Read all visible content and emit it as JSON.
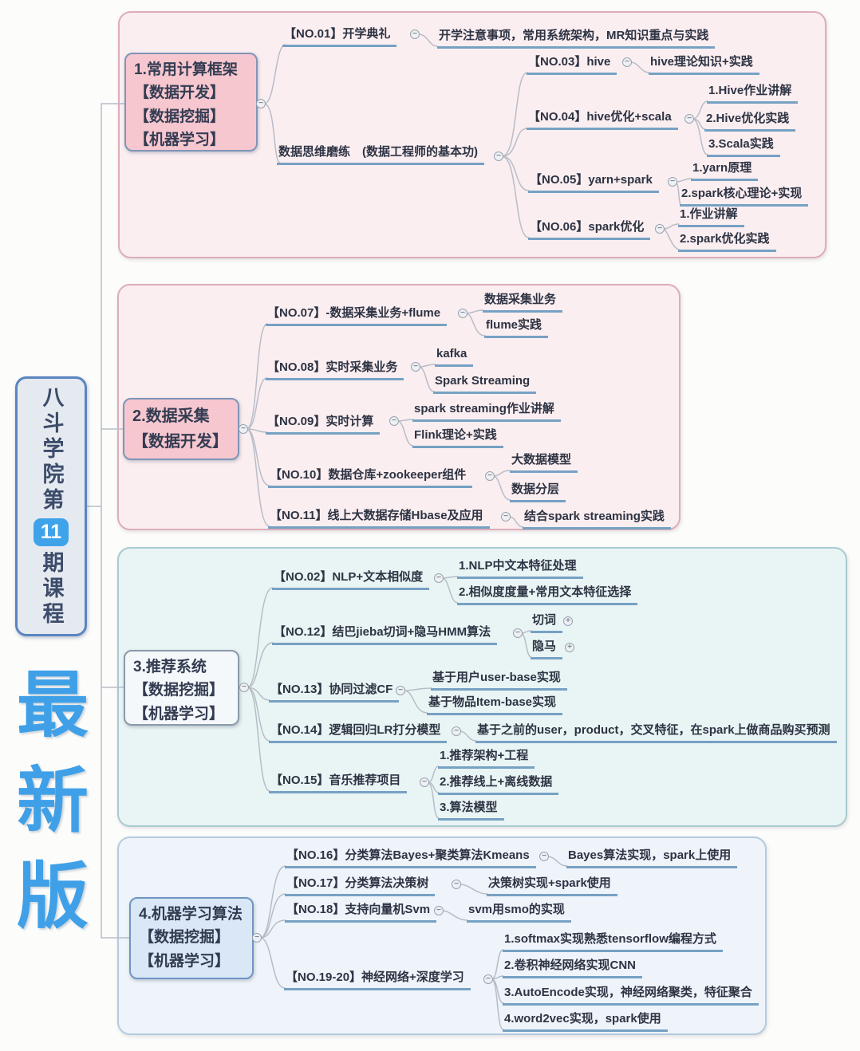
{
  "root": {
    "top": "八斗学院第",
    "badge": "11",
    "bottom": "期课程"
  },
  "watermark": "最新版",
  "icons": {
    "collapse": "−",
    "expand": "+"
  },
  "s1": {
    "label": "1.常用计算框架\n【数据开发】\n【数据挖掘】\n【机器学习】",
    "no01": "【NO.01】开学典礼",
    "no01_c1": "开学注意事项，常用系统架构，MR知识重点与实践",
    "mind": "数据思维磨练　(数据工程师的基本功)",
    "no03": "【NO.03】hive",
    "no03_c1": "hive理论知识+实践",
    "no04": "【NO.04】hive优化+scala",
    "no04_c1": "1.Hive作业讲解",
    "no04_c2": "2.Hive优化实践",
    "no04_c3": "3.Scala实践",
    "no05": "【NO.05】yarn+spark",
    "no05_c1": "1.yarn原理",
    "no05_c2": "2.spark核心理论+实现",
    "no06": "【NO.06】spark优化",
    "no06_c1": "1.作业讲解",
    "no06_c2": "2.spark优化实践"
  },
  "s2": {
    "label": "2.数据采集\n【数据开发】",
    "no07": "【NO.07】-数据采集业务+flume",
    "no07_c1": "数据采集业务",
    "no07_c2": "flume实践",
    "no08": "【NO.08】实时采集业务",
    "no08_c1": "kafka",
    "no08_c2": "Spark Streaming",
    "no09": "【NO.09】实时计算",
    "no09_c1": "spark streaming作业讲解",
    "no09_c2": "Flink理论+实践",
    "no10": "【NO.10】数据仓库+zookeeper组件",
    "no10_c1": "大数据模型",
    "no10_c2": "数据分层",
    "no11": "【NO.11】线上大数据存储Hbase及应用",
    "no11_c1": "结合spark streaming实践"
  },
  "s3": {
    "label": "3.推荐系统\n【数据挖掘】\n【机器学习】",
    "no02": "【NO.02】NLP+文本相似度",
    "no02_c1": "1.NLP中文本特征处理",
    "no02_c2": "2.相似度度量+常用文本特征选择",
    "no12": "【NO.12】结巴jieba切词+隐马HMM算法",
    "no12_c1": "切词",
    "no12_c2": "隐马",
    "no13": "【NO.13】协同过滤CF",
    "no13_c1": "基于用户user-base实现",
    "no13_c2": "基于物品Item-base实现",
    "no14": "【NO.14】逻辑回归LR打分模型",
    "no14_c1": "基于之前的user，product，交叉特征，在spark上做商品购买预测",
    "no15": "【NO.15】音乐推荐项目",
    "no15_c1": "1.推荐架构+工程",
    "no15_c2": "2.推荐线上+离线数据",
    "no15_c3": "3.算法模型"
  },
  "s4": {
    "label": "4.机器学习算法\n【数据挖掘】\n【机器学习】",
    "no16": "【NO.16】分类算法Bayes+聚类算法Kmeans",
    "no16_c1": "Bayes算法实现，spark上使用",
    "no17": "【NO.17】分类算法决策树",
    "no17_c1": "决策树实现+spark使用",
    "no18": "【NO.18】支持向量机Svm",
    "no18_c1": "svm用smo的实现",
    "no19": "【NO.19-20】神经网络+深度学习",
    "no19_c1": "1.softmax实现熟悉tensorflow编程方式",
    "no19_c2": "2.卷积神经网络实现CNN",
    "no19_c3": "3.AutoEncode实现，神经网络聚类，特征聚合",
    "no19_c4": "4.word2vec实现，spark使用"
  }
}
